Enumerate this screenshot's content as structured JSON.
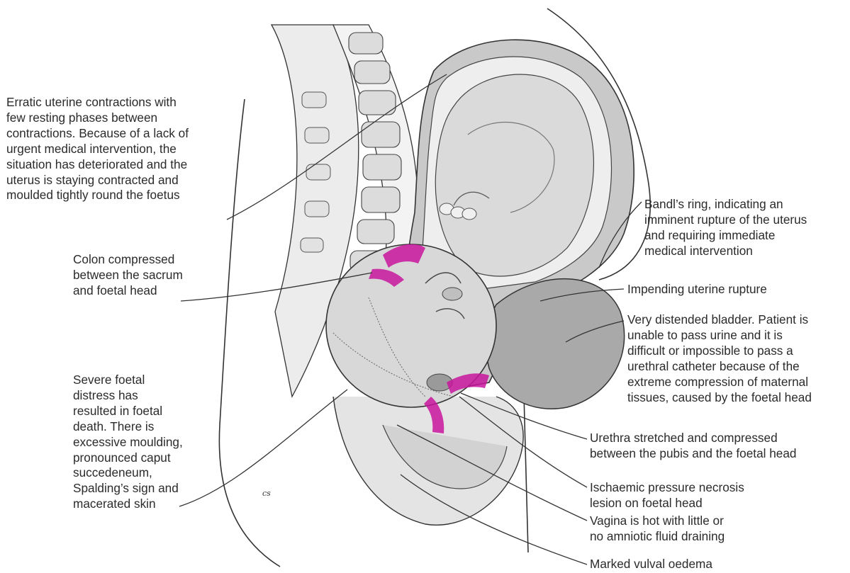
{
  "labels": {
    "erratic_contractions": [
      "Erratic uterine contractions with",
      "few resting phases between",
      "contractions. Because of a lack of",
      "urgent medical intervention, the",
      "situation has deteriorated and the",
      "uterus is staying contracted and",
      "moulded tightly round the foetus"
    ],
    "colon_compressed": [
      "Colon compressed",
      "between the sacrum",
      "and foetal head"
    ],
    "foetal_distress": [
      "Severe foetal",
      "distress has",
      "resulted in foetal",
      "death. There is",
      "excessive moulding,",
      "pronounced caput",
      "succedeneum,",
      "Spalding’s sign and",
      "macerated skin"
    ],
    "bandls_ring": [
      "Bandl’s ring, indicating an",
      "imminent rupture of the uterus",
      "and requiring immediate",
      "medical intervention"
    ],
    "impending_rupture": [
      "Impending uterine rupture"
    ],
    "distended_bladder": [
      "Very distended bladder. Patient is",
      "unable to pass urine and it is",
      "difficult or impossible to pass a",
      "urethral catheter because of the",
      "extreme compression of maternal",
      "tissues, caused by the foetal head"
    ],
    "urethra": [
      "Urethra stretched and compressed",
      "between the pubis and the foetal head"
    ],
    "ischaemic_necrosis": [
      "Ischaemic pressure necrosis",
      "lesion on foetal head"
    ],
    "vagina": [
      "Vagina is hot with little or",
      "no amniotic fluid draining"
    ],
    "vulval_oedema": [
      "Marked vulval oedema"
    ]
  },
  "signature": "cs",
  "colors": {
    "pressure_highlight": "#c8169e",
    "line": "#333333",
    "tissue_light": "#e6e6e6",
    "tissue_mid": "#bdbdbd",
    "tissue_dark": "#8c8c8c",
    "bladder": "#a9a9a9"
  }
}
